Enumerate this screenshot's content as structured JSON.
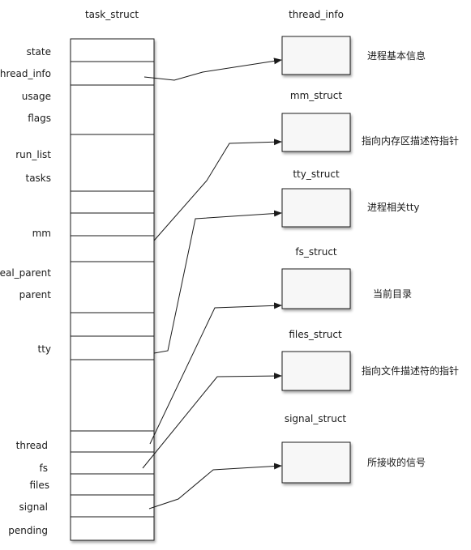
{
  "task_struct": {
    "title": "task_struct",
    "fields": [
      {
        "key": "state",
        "label": "state"
      },
      {
        "key": "thread_info",
        "label": "thread_info"
      },
      {
        "key": "usage",
        "label": "usage"
      },
      {
        "key": "flags",
        "label": "flags"
      },
      {
        "key": "run_list",
        "label": "run_list"
      },
      {
        "key": "tasks",
        "label": "tasks"
      },
      {
        "key": "mm",
        "label": "mm"
      },
      {
        "key": "real_parent",
        "label": "real_parent"
      },
      {
        "key": "parent",
        "label": "parent"
      },
      {
        "key": "tty",
        "label": "tty"
      },
      {
        "key": "thread",
        "label": "thread"
      },
      {
        "key": "fs",
        "label": "fs"
      },
      {
        "key": "files",
        "label": "files"
      },
      {
        "key": "signal",
        "label": "signal"
      },
      {
        "key": "pending",
        "label": "pending"
      }
    ]
  },
  "structs": [
    {
      "key": "thread_info",
      "title": "thread_info",
      "description": "进程基本信息"
    },
    {
      "key": "mm_struct",
      "title": "mm_struct",
      "description": "指向内存区描述符指针"
    },
    {
      "key": "tty_struct",
      "title": "tty_struct",
      "description": "进程相关tty"
    },
    {
      "key": "fs_struct",
      "title": "fs_struct",
      "description": "当前目录"
    },
    {
      "key": "files_struct",
      "title": "files_struct",
      "description": "指向文件描述符的指针"
    },
    {
      "key": "signal_struct",
      "title": "signal_struct",
      "description": "所接收的信号"
    }
  ],
  "colors": {
    "stroke": "#1a1a1a",
    "box_fill": "#f7f7f7",
    "cell_fill": "#ffffff"
  }
}
